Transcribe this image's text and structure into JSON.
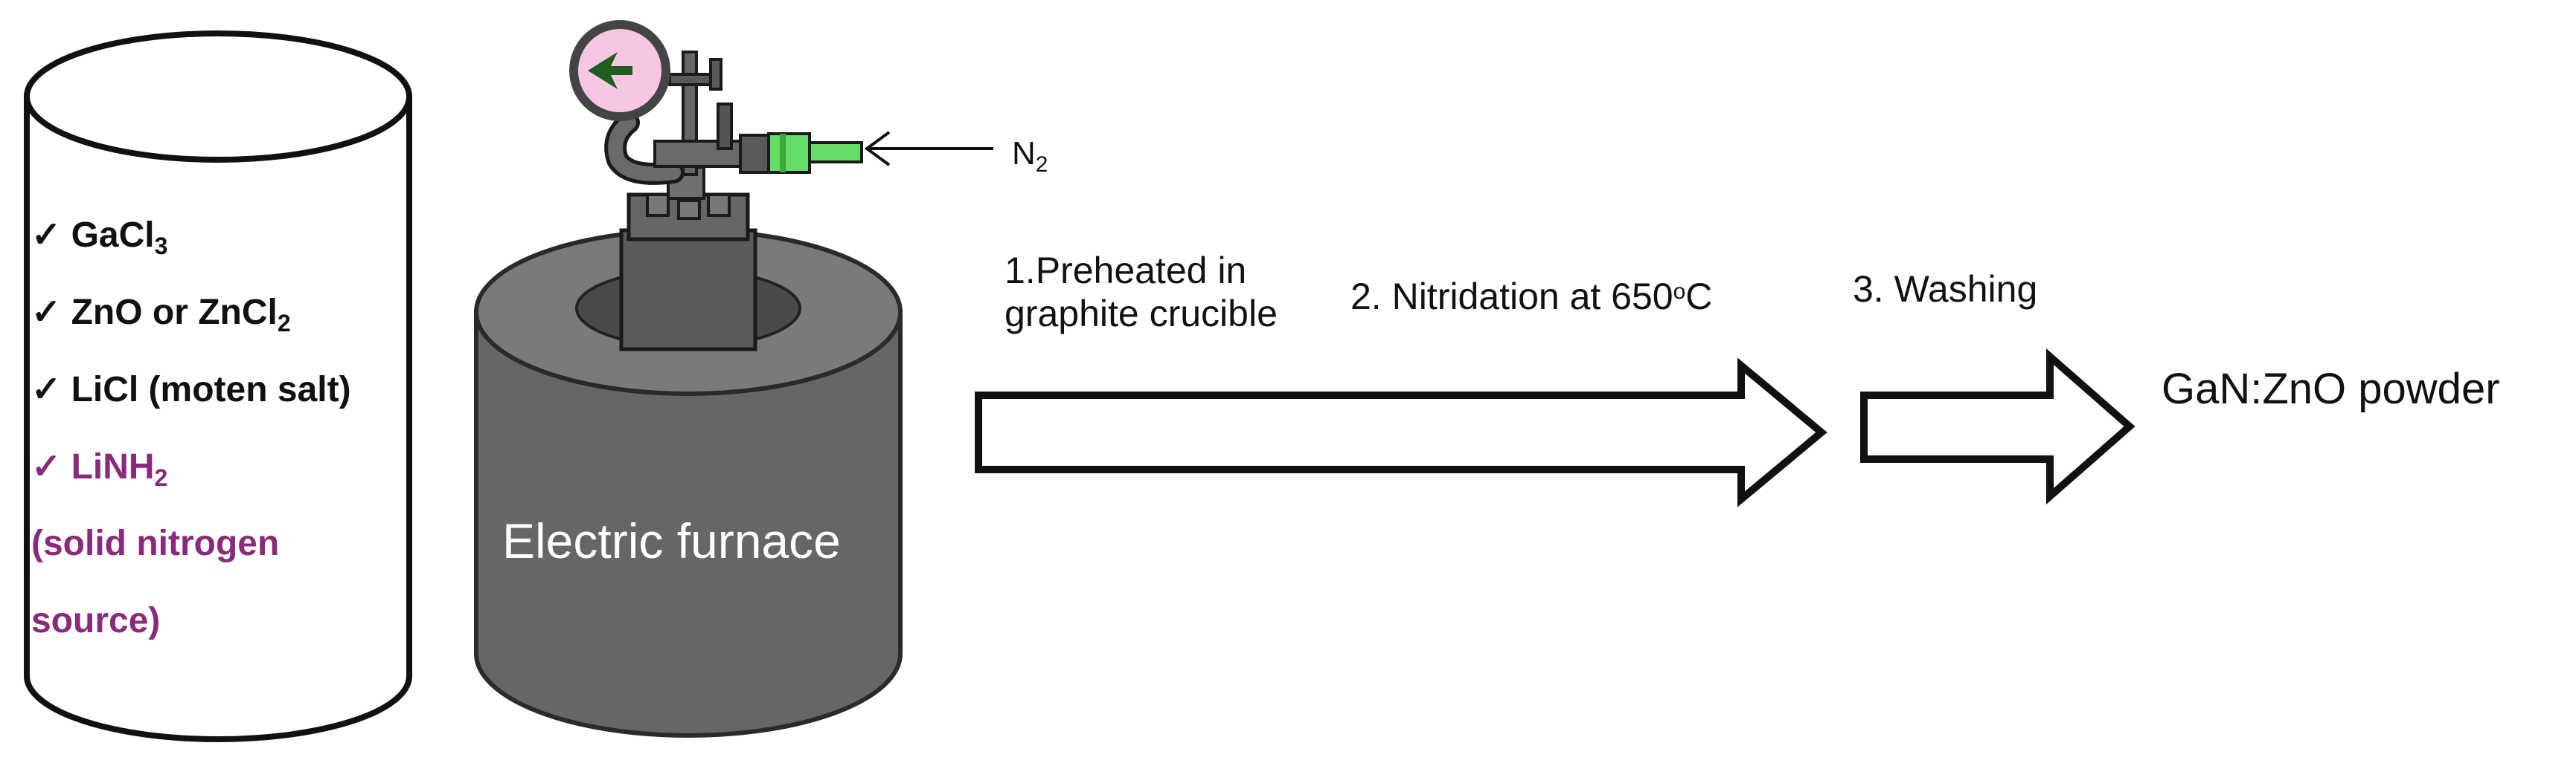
{
  "colors": {
    "black": "#111111",
    "purple": "#8a2a7a",
    "furnace_side": "#666666",
    "furnace_top": "#7a7a7a",
    "reactor_body": "#5a5a5a",
    "gauge_face": "#f7c6e3",
    "gauge_needle": "#1f5e1f",
    "fitting_green": "#66dd66"
  },
  "container": {
    "ingredients": [
      {
        "check": "✓",
        "text": "GaCl",
        "sub": "3"
      },
      {
        "check": "✓",
        "text": "ZnO or ZnCl",
        "sub": "2"
      },
      {
        "check": "✓",
        "text": "LiCl (moten salt)",
        "sub": ""
      },
      {
        "check": "✓",
        "text": "LiNH",
        "sub": "2"
      }
    ],
    "note_line1": "(solid nitrogen",
    "note_line2": "source)"
  },
  "furnace": {
    "label": "Electric furnace"
  },
  "gas": {
    "symbol": "N",
    "sub": "2"
  },
  "steps": {
    "step1_line1": "1.Preheated in",
    "step1_line2": "graphite crucible",
    "step2_text": "2. Nitridation at 650",
    "step2_degree": "o",
    "step2_unit": "C",
    "step3": "3. Washing"
  },
  "product": "GaN:ZnO powder"
}
